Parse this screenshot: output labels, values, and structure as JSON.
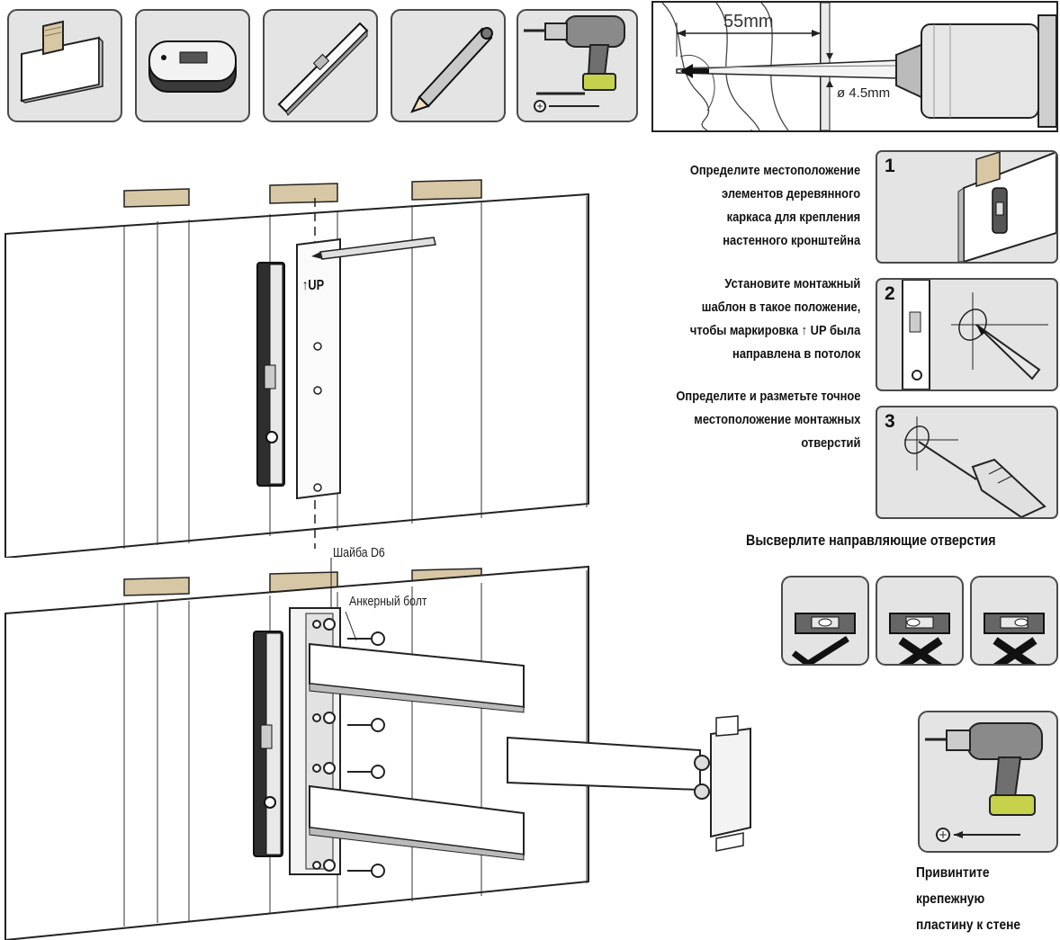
{
  "drill_detail": {
    "depth_label": "55mm",
    "diameter_label": "ø 4.5mm"
  },
  "steps": [
    {
      "number": "1",
      "caption_lines": [
        "Определите местоположение",
        "элементов деревянного",
        "каркаса для крепления",
        "настенного кронштейна"
      ]
    },
    {
      "number": "2",
      "caption_lines": [
        "Установите монтажный",
        "шаблон в такое положение,",
        "чтобы маркировка ↑ UP была",
        "направлена в потолок"
      ]
    },
    {
      "number": "3",
      "caption_lines": [
        "Определите и разметьте точное",
        "местоположение монтажных",
        "отверстий"
      ]
    }
  ],
  "drill_caption": "Высверлите направляющие отверстия",
  "template_mark": "↑UP",
  "labels": {
    "washer": "Шайба D6",
    "anchor_bolt": "Анкерный болт"
  },
  "final_caption_lines": [
    "Привинтите",
    "крепежную",
    "пластину к стене"
  ]
}
